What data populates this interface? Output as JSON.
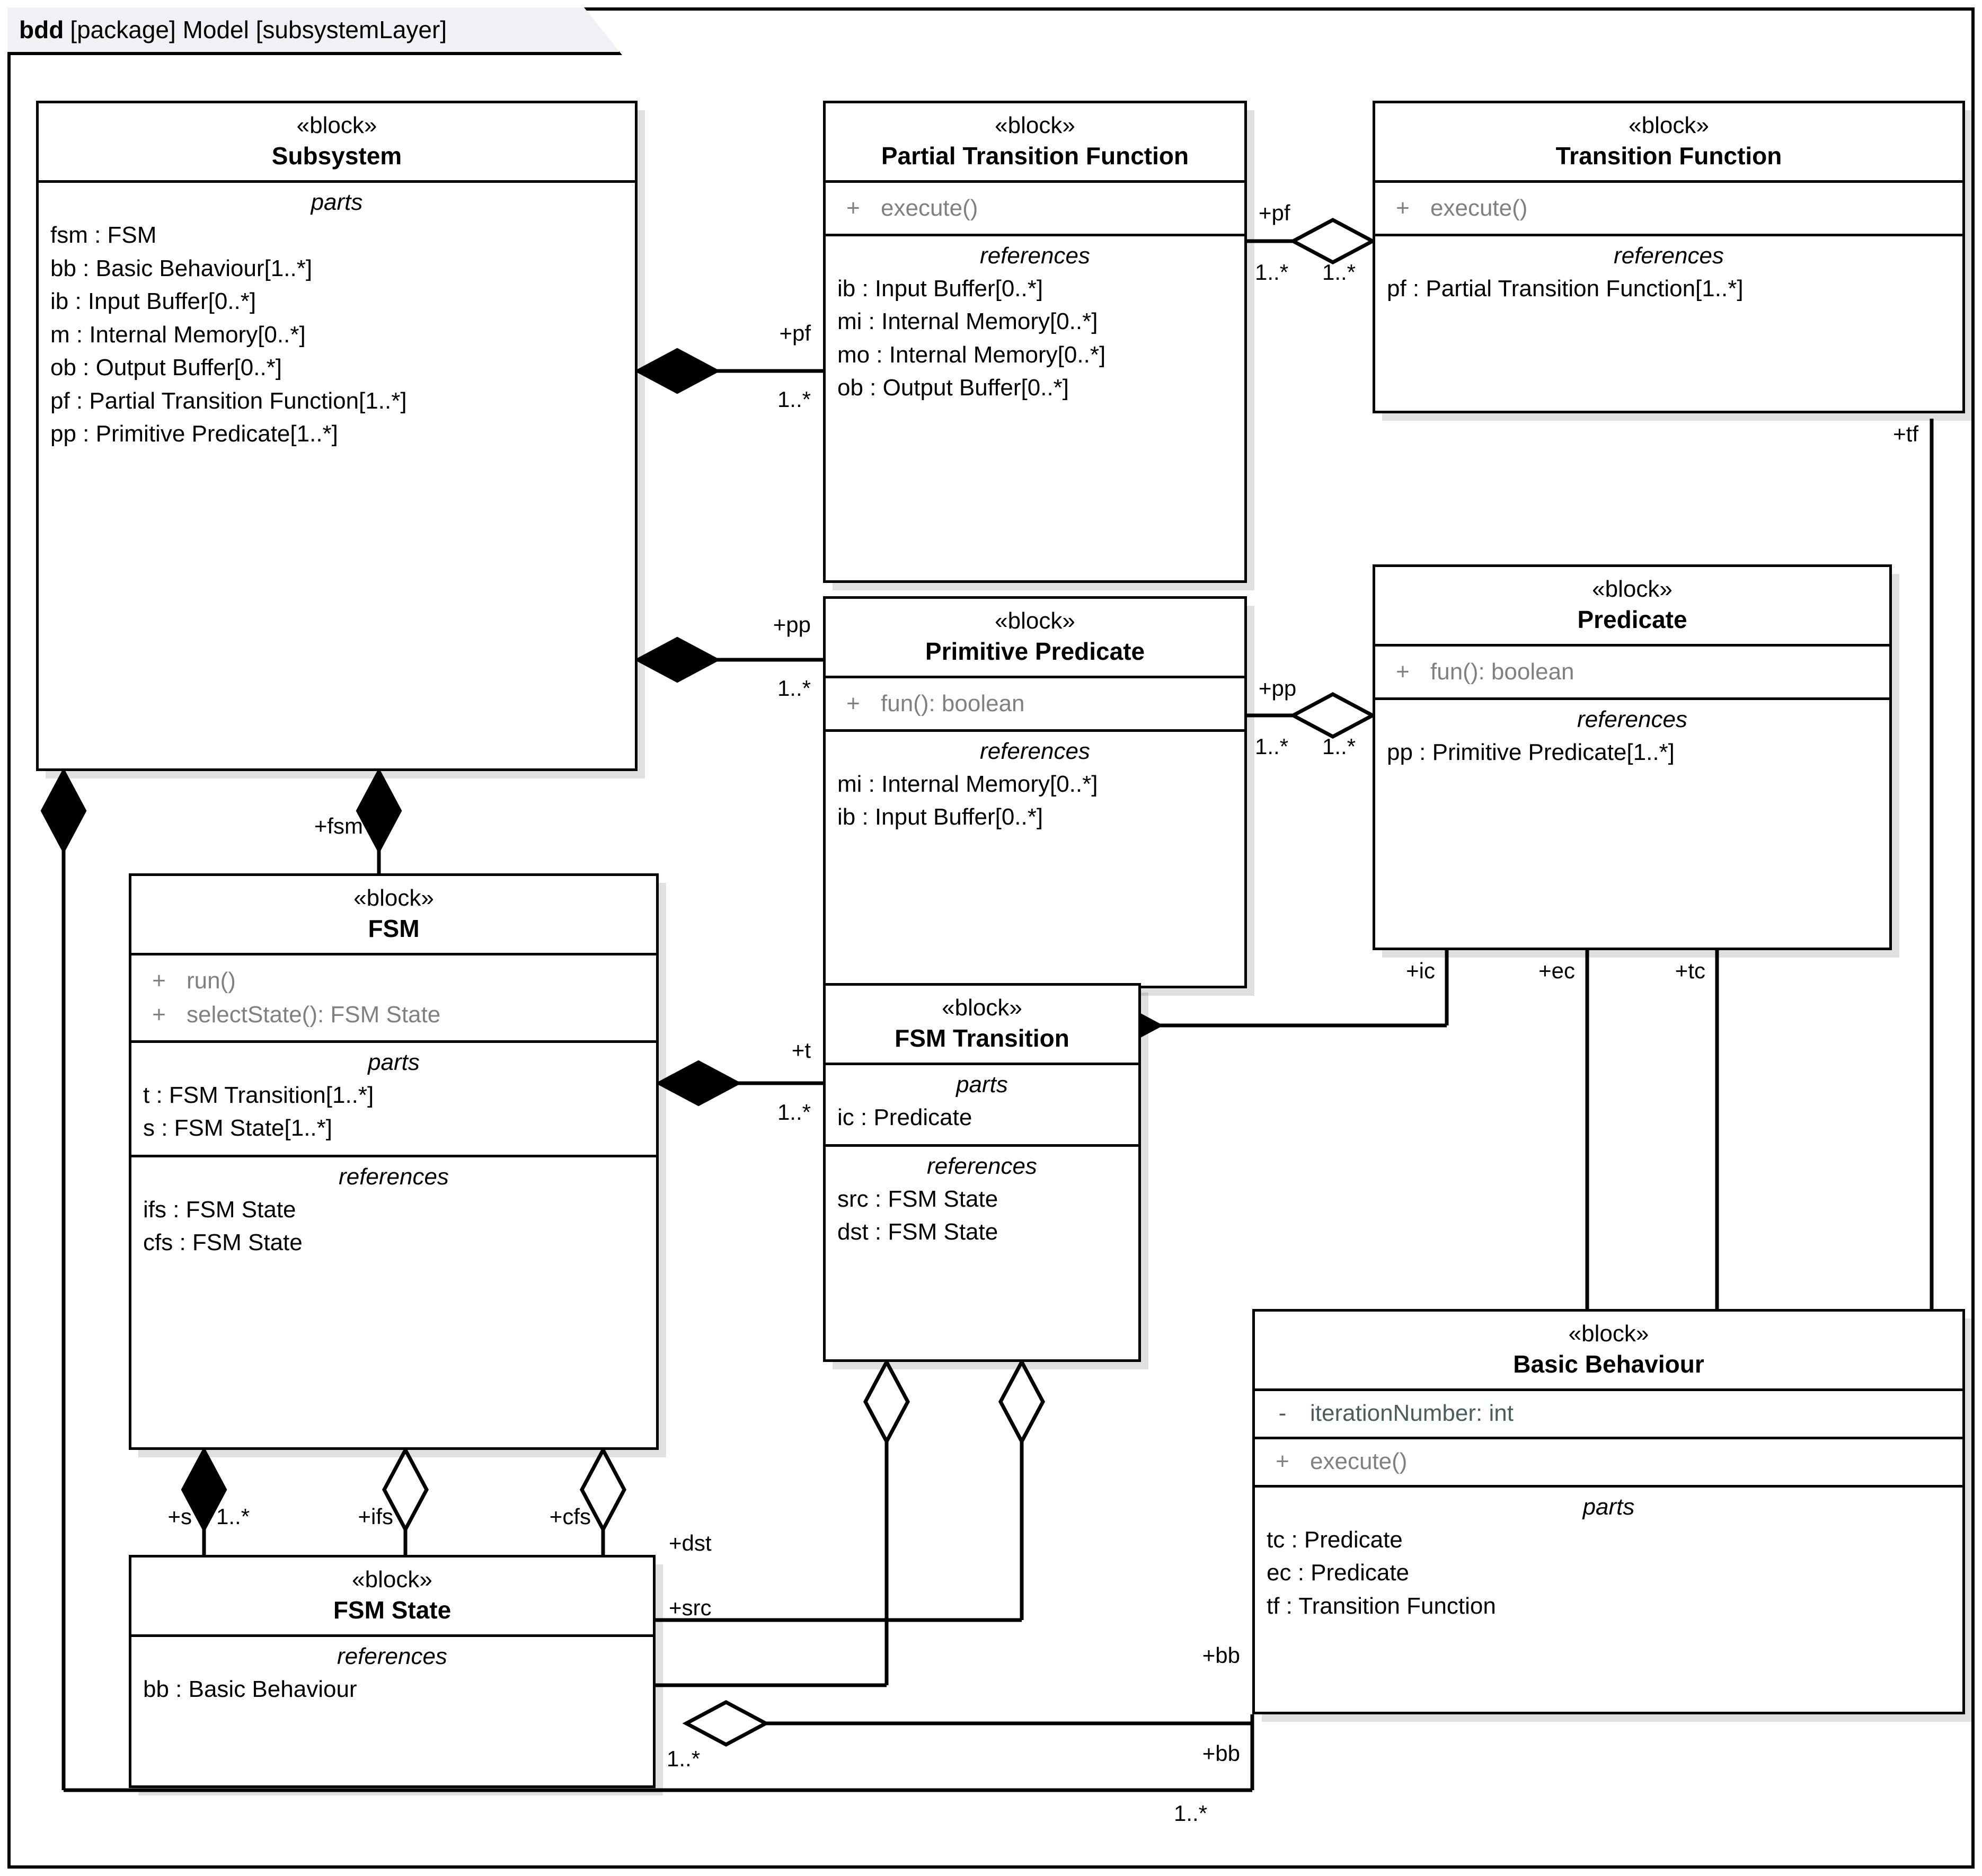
{
  "frame": {
    "kind": "bdd",
    "qualifier": "[package]",
    "model": "Model",
    "diagram": "[subsystemLayer]"
  },
  "stereotype": "«block»",
  "section_labels": {
    "parts": "parts",
    "references": "references"
  },
  "blocks": [
    {
      "id": "subsystem",
      "name": "Subsystem",
      "parts_label": "parts",
      "parts": [
        "fsm : FSM",
        "bb : Basic Behaviour[1..*]",
        "ib : Input Buffer[0..*]",
        "m : Internal Memory[0..*]",
        "ob : Output Buffer[0..*]",
        "pf : Partial Transition Function[1..*]",
        "pp : Primitive Predicate[1..*]"
      ]
    },
    {
      "id": "partial-transition-function",
      "name": "Partial Transition Function",
      "operations": [
        {
          "visibility": "+",
          "signature": "execute()"
        }
      ],
      "references_label": "references",
      "references": [
        "ib : Input Buffer[0..*]",
        "mi : Internal Memory[0..*]",
        "mo : Internal Memory[0..*]",
        "ob : Output Buffer[0..*]"
      ]
    },
    {
      "id": "transition-function",
      "name": "Transition Function",
      "operations": [
        {
          "visibility": "+",
          "signature": "execute()"
        }
      ],
      "references_label": "references",
      "references": [
        "pf : Partial Transition Function[1..*]"
      ]
    },
    {
      "id": "primitive-predicate",
      "name": "Primitive Predicate",
      "operations": [
        {
          "visibility": "+",
          "signature": "fun(): boolean"
        }
      ],
      "references_label": "references",
      "references": [
        "mi : Internal Memory[0..*]",
        "ib : Input Buffer[0..*]"
      ]
    },
    {
      "id": "predicate",
      "name": "Predicate",
      "operations": [
        {
          "visibility": "+",
          "signature": "fun(): boolean"
        }
      ],
      "references_label": "references",
      "references": [
        "pp : Primitive Predicate[1..*]"
      ]
    },
    {
      "id": "fsm",
      "name": "FSM",
      "operations": [
        {
          "visibility": "+",
          "signature": "run()"
        },
        {
          "visibility": "+",
          "signature": "selectState(): FSM State"
        }
      ],
      "parts_label": "parts",
      "parts": [
        "t : FSM Transition[1..*]",
        "s : FSM State[1..*]"
      ],
      "references_label": "references",
      "references": [
        "ifs : FSM State",
        "cfs : FSM State"
      ]
    },
    {
      "id": "fsm-transition",
      "name": "FSM Transition",
      "parts_label": "parts",
      "parts": [
        "ic : Predicate"
      ],
      "references_label": "references",
      "references": [
        "src : FSM State",
        "dst : FSM State"
      ]
    },
    {
      "id": "fsm-state",
      "name": "FSM State",
      "references_label": "references",
      "references": [
        "bb : Basic Behaviour"
      ]
    },
    {
      "id": "basic-behaviour",
      "name": "Basic Behaviour",
      "attributes": [
        {
          "visibility": "-",
          "signature": "iterationNumber: int"
        }
      ],
      "operations": [
        {
          "visibility": "+",
          "signature": "execute()"
        }
      ],
      "parts_label": "parts",
      "parts": [
        "tc : Predicate",
        "ec : Predicate",
        "tf : Transition Function"
      ]
    }
  ],
  "edge_labels": {
    "pf_subsystem_role": "+pf",
    "pf_subsystem_mult": "1..*",
    "pf_tf_role": "+pf",
    "pf_tf_mult_left": "1..*",
    "pf_tf_mult_right": "1..*",
    "tf_role": "+tf",
    "pp_subsystem_role": "+pp",
    "pp_subsystem_mult": "1..*",
    "pp_pred_role": "+pp",
    "pp_pred_mult_left": "1..*",
    "pp_pred_mult_right": "1..*",
    "fsm_role": "+fsm",
    "t_role": "+t",
    "t_mult": "1..*",
    "ic_role": "+ic",
    "ec_role": "+ec",
    "tc_role": "+tc",
    "s_role": "+s",
    "s_mult": "1..*",
    "ifs_role": "+ifs",
    "cfs_role": "+cfs",
    "dst_role": "+dst",
    "src_role": "+src",
    "bb_state_role": "+bb",
    "bb_state_mult": "1..*",
    "bb_subsystem_role": "+bb",
    "bb_subsystem_mult": "1..*"
  },
  "colors": {
    "line": "#000000",
    "block_fill": "#ffffff",
    "frame_tab_fill": "#f2f0f4",
    "abstract_op": "#808080",
    "attribute": "#4a5e5e",
    "shadow": "rgba(0,0,0,0.12)"
  }
}
